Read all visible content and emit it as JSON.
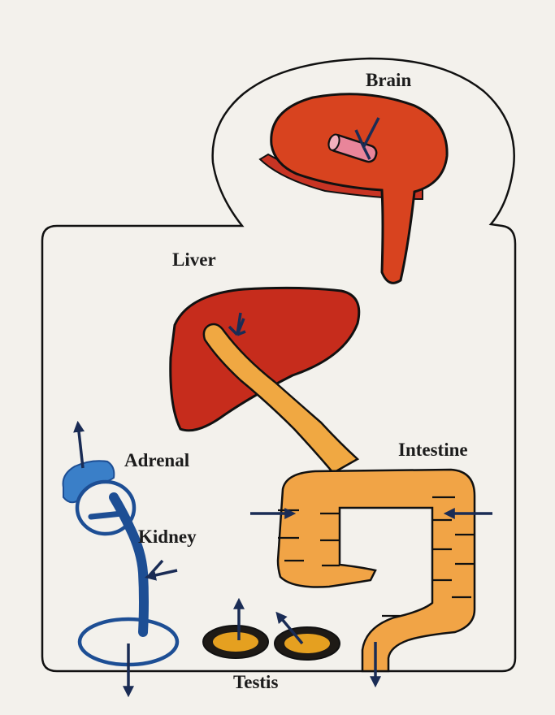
{
  "labels": {
    "brain": "Brain",
    "liver": "Liver",
    "adrenal": "Adrenal",
    "intestine": "Intestine",
    "kidney": "Kidney",
    "testis": "Testis"
  },
  "colors": {
    "brain": "#d8431f",
    "liver": "#c62c1c",
    "pituitary": "#e9859a",
    "bile": "#f0a842",
    "intestine": "#f1a446",
    "kidney": "#1d4e94",
    "adrenal": "#3a7fc8",
    "arrow": "#1a2c55",
    "testis": "#e5a020",
    "outline": "#111111"
  }
}
